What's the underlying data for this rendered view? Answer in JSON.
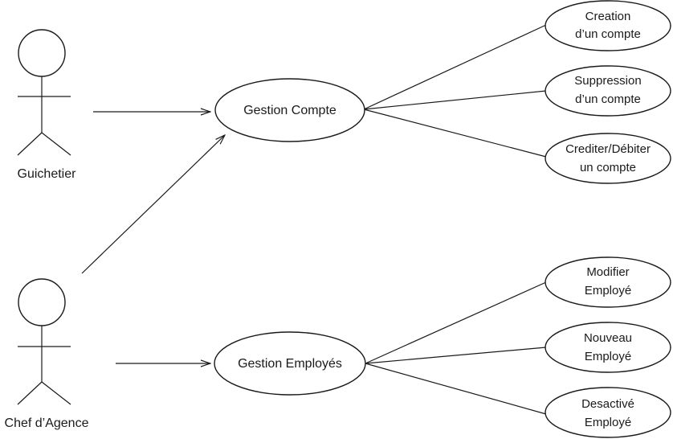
{
  "actors": [
    {
      "id": "guichetier",
      "name": "Guichetier"
    },
    {
      "id": "chef",
      "name": "Chef d’Agence"
    }
  ],
  "use_cases": {
    "gestion_compte": {
      "label": [
        "Gestion Compte"
      ]
    },
    "gestion_employes": {
      "label": [
        "Gestion Employés"
      ]
    },
    "creation": {
      "label": [
        "Creation",
        "d’un compte"
      ]
    },
    "suppression": {
      "label": [
        "Suppression",
        "d’un compte"
      ]
    },
    "crediter": {
      "label": [
        "Crediter/Débiter",
        "un compte"
      ]
    },
    "modifier": {
      "label": [
        "Modifier",
        "Employé"
      ]
    },
    "nouveau": {
      "label": [
        "Nouveau",
        "Employé"
      ]
    },
    "desactive": {
      "label": [
        "Desactivé",
        "Employé"
      ]
    }
  },
  "colors": {
    "stroke": "#1a1a1a",
    "background": "#ffffff"
  }
}
